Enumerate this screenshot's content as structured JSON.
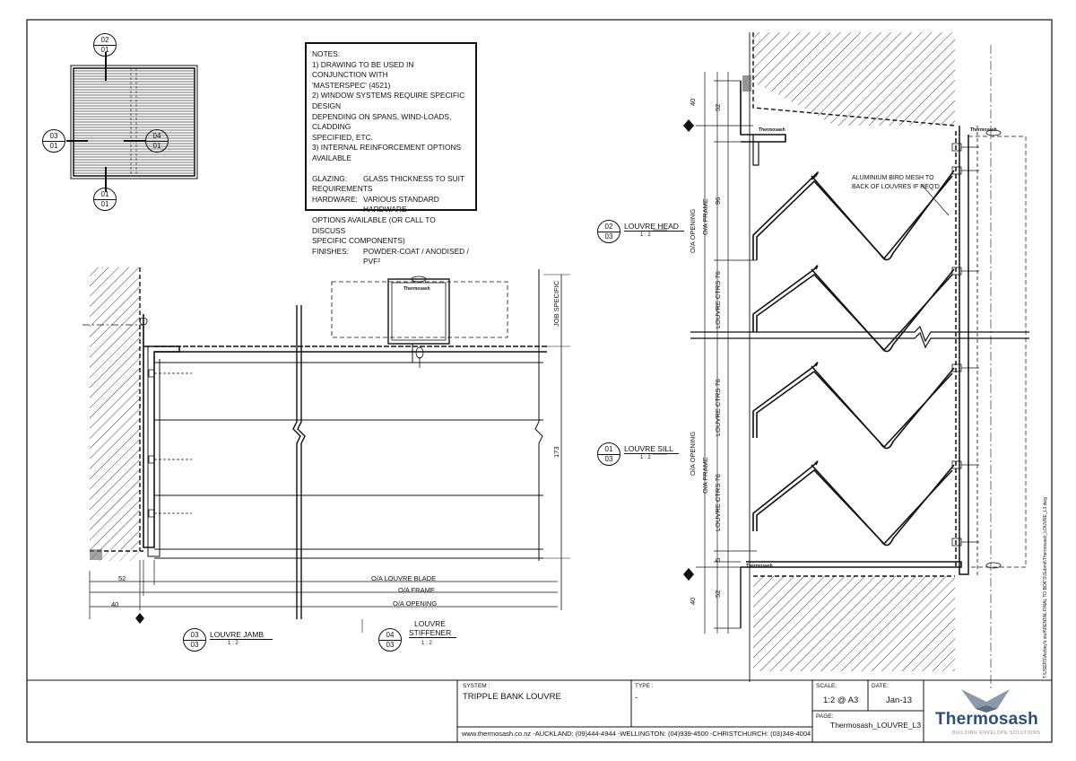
{
  "notes": {
    "heading": "NOTES:",
    "lines": [
      "1) DRAWING TO BE USED IN CONJUNCTION WITH",
      "'MASTERSPEC' (4521)",
      "2) WINDOW SYSTEMS REQUIRE SPECIFIC DESIGN",
      "DEPENDING ON SPANS, WIND-LOADS, CLADDING",
      "SPECIFIED, ETC.",
      "3) INTERNAL REINFORCEMENT OPTIONS AVAILABLE"
    ],
    "glazing_label": "GLAZING:",
    "glazing_value": "GLASS THICKNESS TO SUIT",
    "glazing_value2": "REQUIREMENTS",
    "hardware_label": "HARDWARE:",
    "hardware_value": "VARIOUS STANDARD HARDWARE",
    "hardware_value2": "OPTIONS AVAILABLE (OR CALL TO DISCUSS",
    "hardware_value3": "SPECIFIC COMPONENTS)",
    "finishes_label": "FINISHES:",
    "finishes_value": "POWDER-COAT / ANODISED / PVF²"
  },
  "key_plan": {
    "top": [
      "02",
      "01"
    ],
    "left": [
      "03",
      "01"
    ],
    "right": [
      "04",
      "01"
    ],
    "bottom": [
      "01",
      "01"
    ]
  },
  "sections": {
    "jamb": {
      "num": "03",
      "sheet": "03",
      "title": "LOUVRE JAMB",
      "scale": "1 : 2"
    },
    "stiffener": {
      "num": "04",
      "sheet": "03",
      "title_line1": "LOUVRE",
      "title_line2": "STIFFENER",
      "scale": "1 : 2"
    },
    "head": {
      "num": "02",
      "sheet": "03",
      "title": "LOUVRE HEAD",
      "scale": "1 : 2"
    },
    "sill": {
      "num": "01",
      "sheet": "03",
      "title": "LOUVRE SILL",
      "scale": "1 : 2"
    }
  },
  "jamb_dims": {
    "d52": "52",
    "d40": "40",
    "blade": "O/A LOUVRE BLADE",
    "frame": "O/A FRAME",
    "opening": "O/A OPENING",
    "job_specific": "JOB SPECIFIC",
    "d173": "173"
  },
  "elev_dims": {
    "d40_top": "40",
    "d52_top": "52",
    "d96": "96",
    "oa_opening_1": "O/A OPENING",
    "oa_frame_1": "O/A FRAME",
    "ctrs_1": "LOUVRE CTRS 76",
    "ctrs_2": "LOUVRE CTRS 76",
    "oa_opening_2": "O/A OPENING",
    "oa_frame_2": "O/A FRAME",
    "ctrs_3": "LOUVRE CTRS 76",
    "d5": "5",
    "d40_bot": "40",
    "d52_bot": "52",
    "mesh_note_1": "ALUMINIUM BIRD MESH TO",
    "mesh_note_2": "BACK OF LOUVRES IF REQ'D"
  },
  "brand_small": "Thermosash",
  "file_path": "T:\\USERS\\Ashley's stuff\\RENTAL FINAL TO BOK'S\\Submit\\Thermosash_LOUVRE_L3.dwg",
  "title_block": {
    "system_label": "SYSTEM :",
    "system_value": "TRIPPLE BANK LOUVRE",
    "type_label": "TYPE :",
    "type_value": "-",
    "contact": "www.thermosash.co.nz -AUCKLAND: (09)444-4944 -WELLINGTON: (04)939-4500 -CHRISTCHURCH: (03)348-4004",
    "scale_label": "SCALE:",
    "scale_value": "1:2 @ A3",
    "date_label": "DATE:",
    "date_value": "Jan-13",
    "page_label": "PAGE:",
    "page_value": "Thermosash_LOUVRE_L3",
    "logo": "Thermosash",
    "logo_tagline": "BUILDING ENVELOPE SOLUTIONS"
  }
}
